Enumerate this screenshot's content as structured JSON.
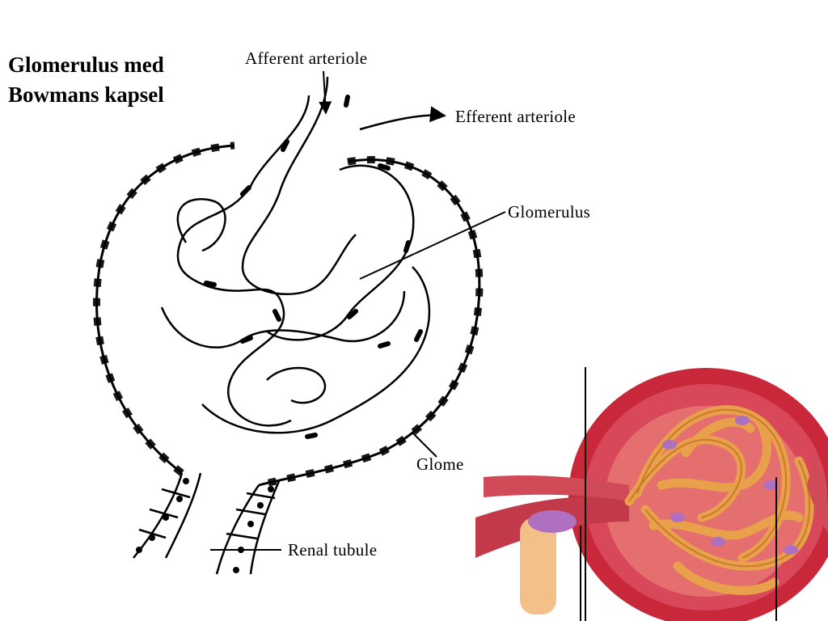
{
  "title": {
    "line1": "Glomerulus med",
    "line2": "Bowmans kapsel"
  },
  "labels": {
    "afferent": "Afferent arteriole",
    "efferent": "Efferent arteriole",
    "glomerulus": "Glomerulus",
    "glome_partial": "Glome",
    "renal_tubule": "Renal tubule"
  },
  "colors": {
    "ink": "#000000",
    "capsule_red": "#c8283a",
    "capillary_orange": "#e8a04a",
    "nucleus_purple": "#b070c0"
  }
}
